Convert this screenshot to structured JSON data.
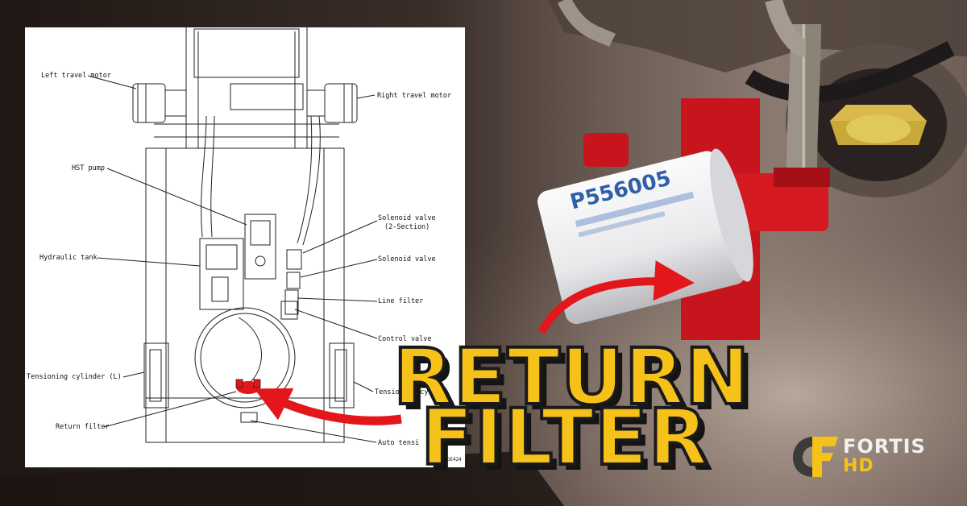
{
  "headline": {
    "line1": "RETURN",
    "line2": "FILTER"
  },
  "diagram": {
    "labels": {
      "left_travel_motor": "Left travel motor",
      "right_travel_motor": "Right travel motor",
      "hst_pump": "HST pump",
      "solenoid_valve_2": "Solenoid valve",
      "solenoid_valve_2_sub": "(2-Section)",
      "hydraulic_tank": "Hydraulic tank",
      "solenoid_valve": "Solenoid valve",
      "line_filter": "Line filter",
      "control_valve": "Control valve",
      "tensioning_cylinder_l": "Tensioning cylinder (L)",
      "tensioning_cylinder_r": "Tensioning cylind",
      "return_filter": "Return filter",
      "auto_tensioner": "Auto tensi",
      "figure_code": "SGE424"
    }
  },
  "photo": {
    "filter_part_number": "P556005"
  },
  "brand": {
    "name": "FORTIS",
    "sub": "HD"
  },
  "colors": {
    "accent_yellow": "#f6c21a",
    "arrow_red": "#e3161b",
    "bracket_red": "#c8141c"
  }
}
